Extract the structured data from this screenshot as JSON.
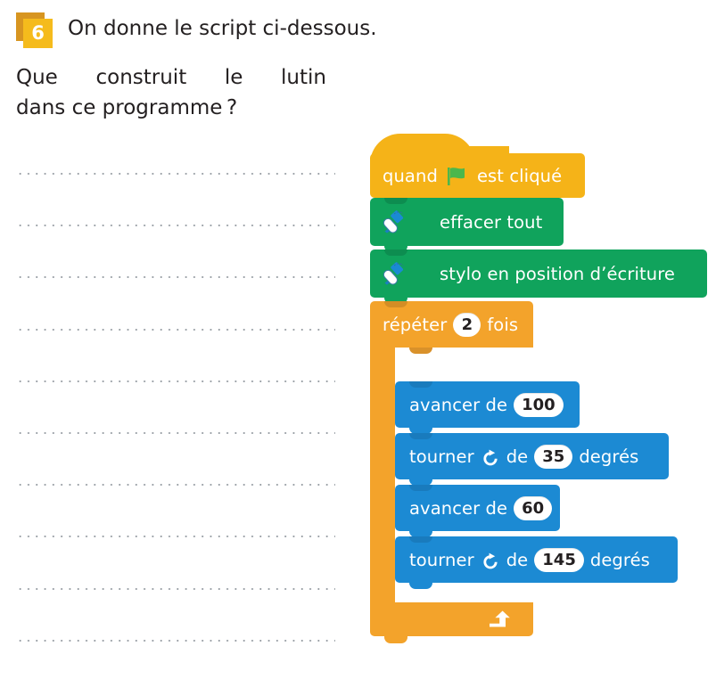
{
  "exercise": {
    "number": "6",
    "prompt": "On donne le script ci-dessous.",
    "question_line1": "Que construit le lutin",
    "question_line2": "dans ce programme ?",
    "answer_lines": 10,
    "badge_color": "#f5bb1c",
    "badge_shadow_color": "#d79521"
  },
  "palette": {
    "events_yellow": "#f5b318",
    "pen_green": "#10a35c",
    "control_orange": "#f3a32b",
    "motion_blue": "#1c8ad3",
    "flag_green": "#4cb74c",
    "dot_gray": "#9aa0a6"
  },
  "script": {
    "blocks": [
      {
        "id": "when-flag-clicked",
        "category": "events",
        "text_before": "quand",
        "icon": "green-flag-icon",
        "text_after": "est cliqué"
      },
      {
        "id": "erase-all",
        "category": "pen",
        "icon": "pen-icon",
        "label": "effacer tout"
      },
      {
        "id": "pen-down",
        "category": "pen",
        "icon": "pen-icon",
        "label": "stylo en position d’écriture"
      },
      {
        "id": "repeat",
        "category": "control",
        "text_before": "répéter",
        "value": "2",
        "text_after": "fois",
        "loop_icon": "loop-arrow-icon"
      }
    ],
    "loop_body": [
      {
        "id": "move-1",
        "category": "motion",
        "text_before": "avancer de",
        "value": "100",
        "text_after": ""
      },
      {
        "id": "turn-1",
        "category": "motion",
        "text_before": "tourner",
        "icon": "turn-clockwise-icon",
        "text_mid": "de",
        "value": "35",
        "text_after": "degrés"
      },
      {
        "id": "move-2",
        "category": "motion",
        "text_before": "avancer de",
        "value": "60",
        "text_after": ""
      },
      {
        "id": "turn-2",
        "category": "motion",
        "text_before": "tourner",
        "icon": "turn-clockwise-icon",
        "text_mid": "de",
        "value": "145",
        "text_after": "degrés"
      }
    ]
  }
}
